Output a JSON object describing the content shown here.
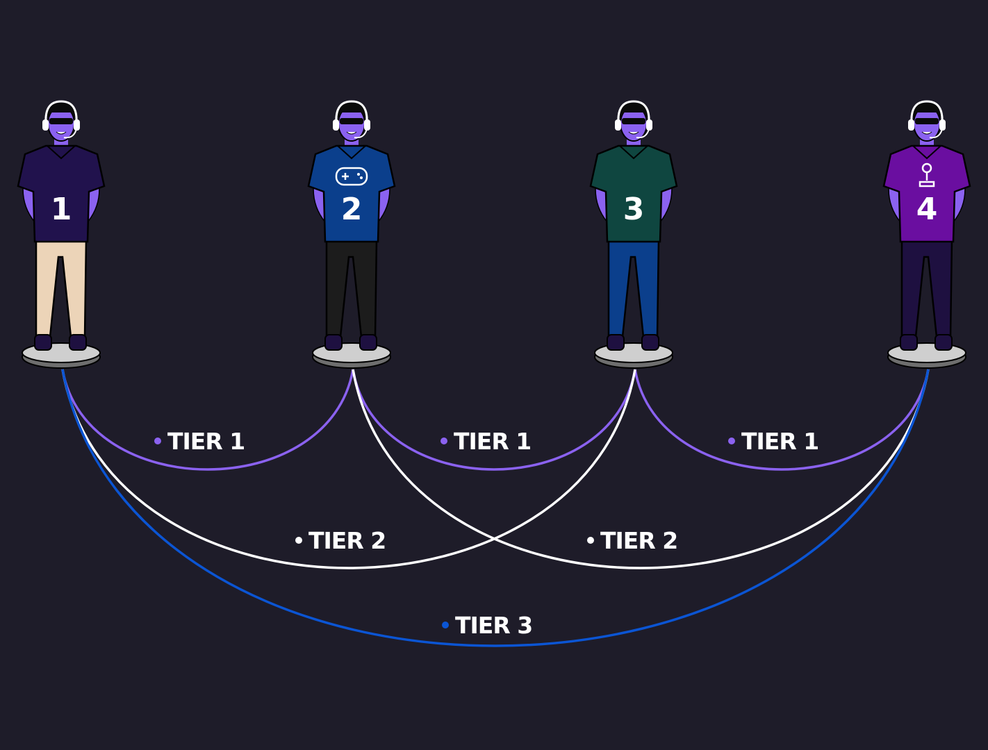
{
  "colors": {
    "background": "#1e1c29",
    "tier1": "#8b62f0",
    "tier2": "#ffffff",
    "tier3": "#0b55d4",
    "skin": "#8b62f0"
  },
  "people": [
    {
      "number": "1",
      "shirt": "#21124d",
      "pants": "#ecd4b8",
      "shirt_icon": null
    },
    {
      "number": "2",
      "shirt": "#0b3f8c",
      "pants": "#1c1c1c",
      "shirt_icon": "gamepad-icon"
    },
    {
      "number": "3",
      "shirt": "#0f4640",
      "pants": "#0b3f8c",
      "shirt_icon": null
    },
    {
      "number": "4",
      "shirt": "#6a0ea0",
      "pants": "#1e1040",
      "shirt_icon": "joystick-icon"
    }
  ],
  "connections": [
    {
      "from": 0,
      "to": 1,
      "tier": "tier1",
      "label": "TIER 1"
    },
    {
      "from": 1,
      "to": 2,
      "tier": "tier1",
      "label": "TIER 1"
    },
    {
      "from": 2,
      "to": 3,
      "tier": "tier1",
      "label": "TIER 1"
    },
    {
      "from": 0,
      "to": 2,
      "tier": "tier2",
      "label": "TIER 2"
    },
    {
      "from": 1,
      "to": 3,
      "tier": "tier2",
      "label": "TIER 2"
    },
    {
      "from": 0,
      "to": 3,
      "tier": "tier3",
      "label": "TIER 3"
    }
  ]
}
